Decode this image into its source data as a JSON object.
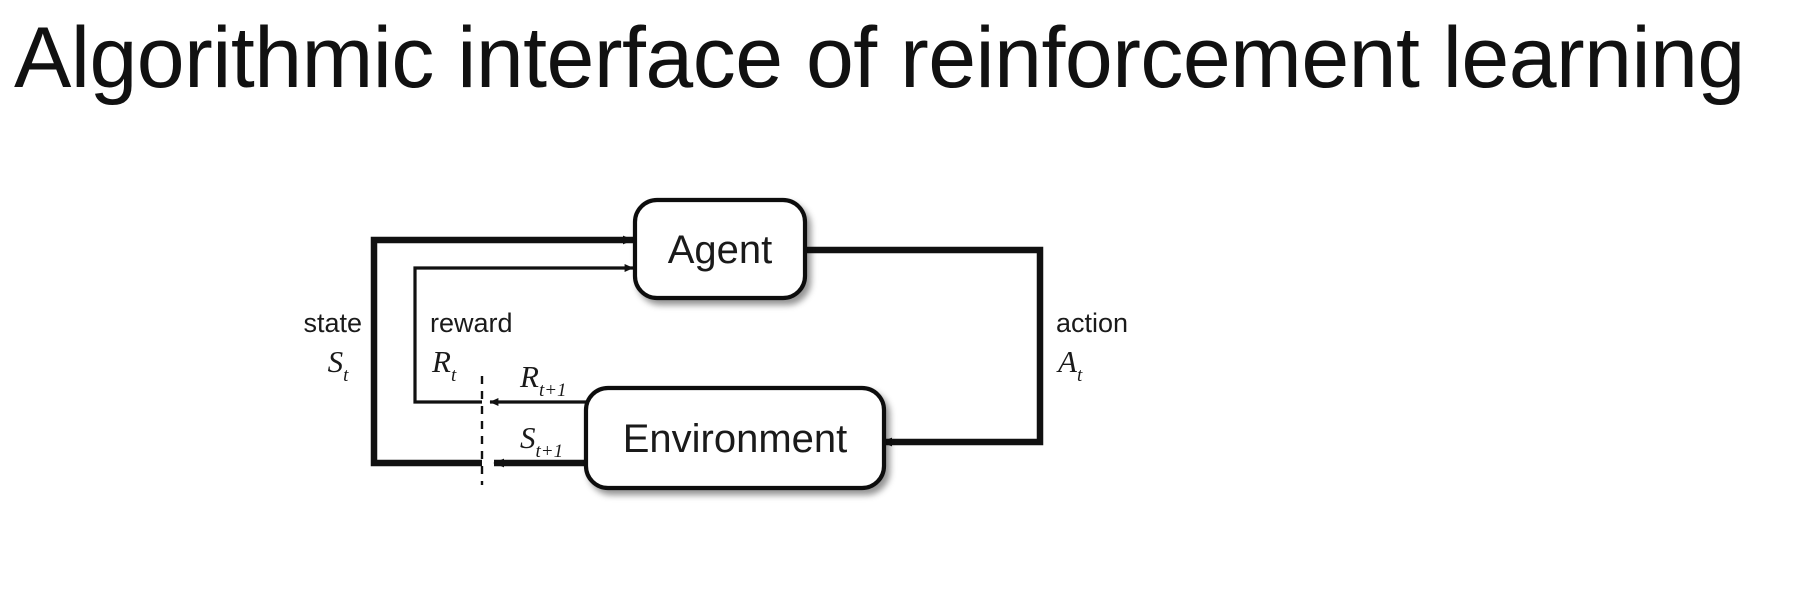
{
  "slide": {
    "title": "Algorithmic interface of reinforcement learning",
    "background_color": "#ffffff",
    "text_color": "#111111"
  },
  "diagram": {
    "type": "agent-environment-interaction-loop",
    "nodes": [
      {
        "id": "agent",
        "label": "Agent"
      },
      {
        "id": "environment",
        "label": "Environment"
      }
    ],
    "edges": [
      {
        "id": "state-to-agent",
        "from": "environment",
        "to": "agent",
        "label": "state",
        "symbol": "S",
        "subscript": "t"
      },
      {
        "id": "reward-to-agent",
        "from": "environment",
        "to": "agent",
        "label": "reward",
        "symbol": "R",
        "subscript": "t"
      },
      {
        "id": "action-to-environment",
        "from": "agent",
        "to": "environment",
        "label": "action",
        "symbol": "A",
        "subscript": "t"
      },
      {
        "id": "next-reward",
        "from": "environment",
        "to": "time-boundary",
        "label": "",
        "symbol": "R",
        "subscript": "t+1"
      },
      {
        "id": "next-state",
        "from": "environment",
        "to": "time-boundary",
        "label": "",
        "symbol": "S",
        "subscript": "t+1"
      }
    ],
    "time_boundary": {
      "style": "dashed",
      "orientation": "vertical"
    },
    "stroke_color": "#111111",
    "node_fill": "#ffffff"
  }
}
